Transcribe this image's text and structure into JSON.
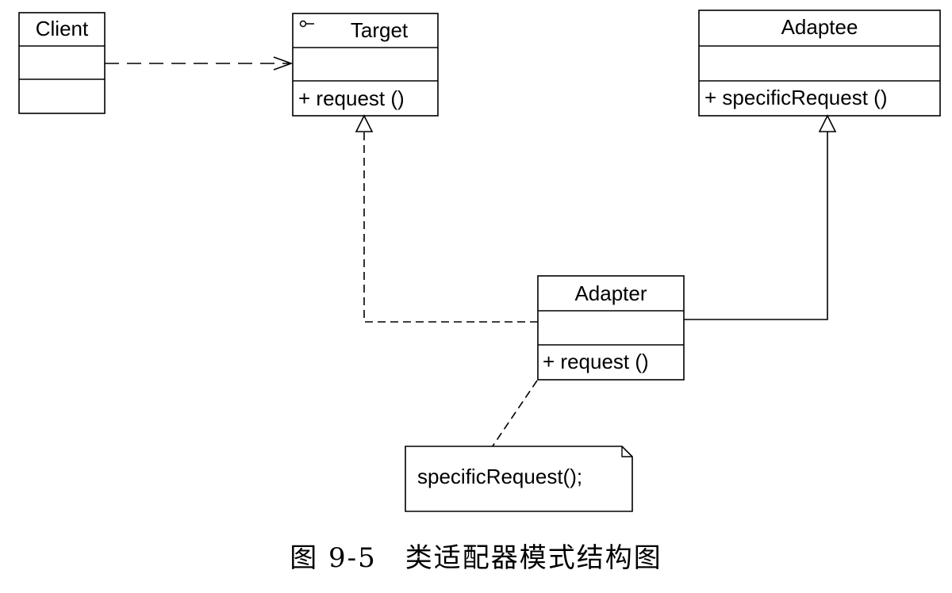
{
  "diagram": {
    "classes": {
      "client": {
        "name": "Client",
        "operation": ""
      },
      "target": {
        "name": "Target",
        "operation": "+ request ()"
      },
      "adaptee": {
        "name": "Adaptee",
        "operation": "+ specificRequest ()"
      },
      "adapter": {
        "name": "Adapter",
        "operation": "+ request ()"
      }
    },
    "note": {
      "text": "specificRequest();"
    }
  },
  "caption": {
    "number": "图 9-5",
    "title": "类适配器模式结构图"
  }
}
